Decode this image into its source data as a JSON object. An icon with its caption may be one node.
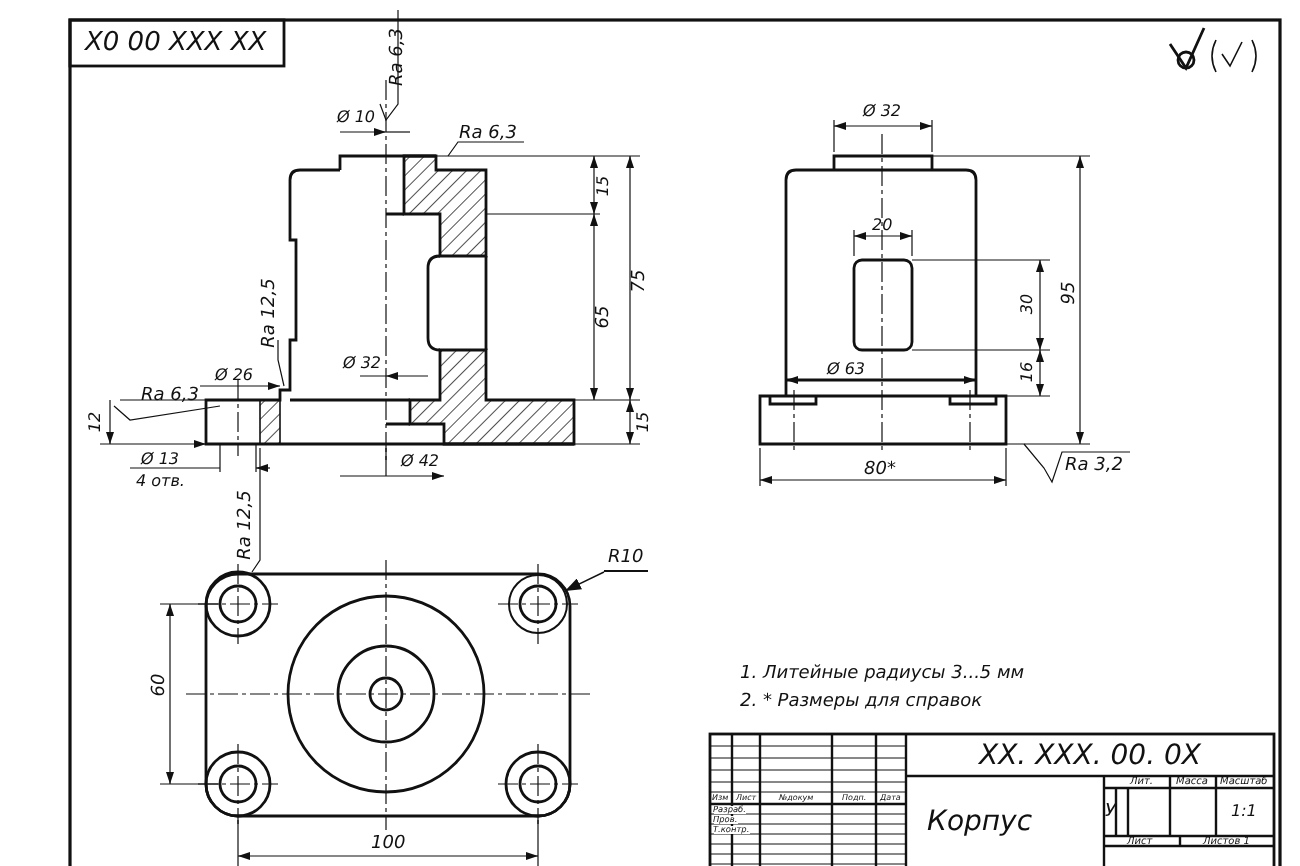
{
  "diagram": {
    "nodes": [
      {
        "text": [
          "R10"
        ]
      },
      {
        "text": [],
        "shape": "circle"
      }
    ],
    "edges": [
      {
        "from": 0,
        "to": 1,
        "arrow": "to"
      }
    ],
    "labels": [
      "X0 00 XXX XX",
      "Ra 6,3",
      "Ø 10",
      "Ra 6,3",
      "15",
      "75",
      "65",
      "Ra 12,5",
      "Ø 26",
      "Ø 32",
      "Ra 6,3",
      "12",
      "15",
      "Ø 13",
      "4 отв.",
      "Ø 42",
      "Ra 12,5",
      "Ø 32",
      "20",
      "30",
      "95",
      "16",
      "Ø 63",
      "80*",
      "Ra 3,2",
      "60",
      "100",
      "1. Литейные радиусы 3...5 мм",
      "2. * Размеры для справок",
      "XX. XXX. 00. 0X",
      "Изм",
      "Лист",
      "№докум",
      "Подп.",
      "Дата",
      "Разраб.",
      "Пров.",
      "Т.контр.",
      "Корпус",
      "Лит.",
      "Масса",
      "Масштаб",
      "У",
      "1:1",
      "Лист",
      "Листов 1"
    ]
  }
}
